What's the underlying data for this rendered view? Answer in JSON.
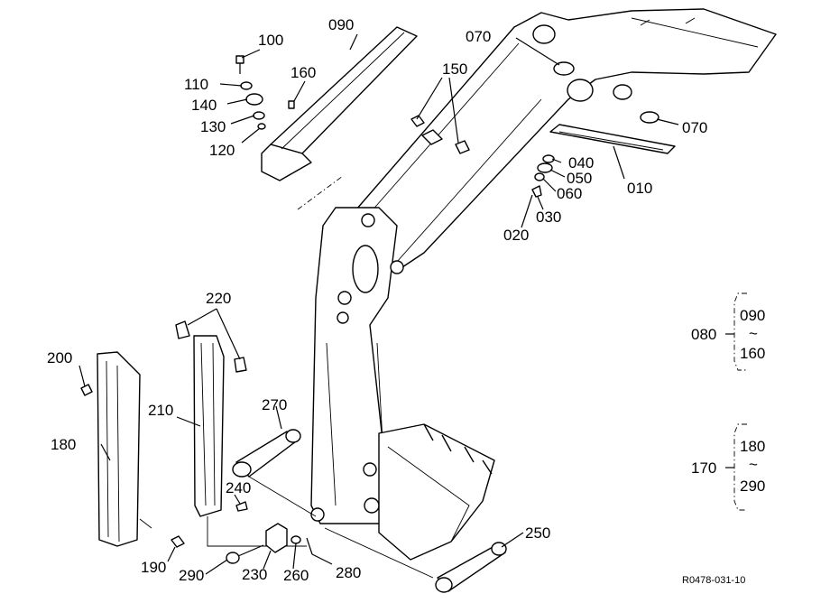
{
  "labels": {
    "p010": "010",
    "p020": "020",
    "p030": "030",
    "p040": "040",
    "p050": "050",
    "p060": "060",
    "p070a": "070",
    "p070b": "070",
    "p080": "080",
    "p090": "090",
    "p100": "100",
    "p110": "110",
    "p120": "120",
    "p130": "130",
    "p140": "140",
    "p150": "150",
    "p160": "160",
    "p170": "170",
    "p180": "180",
    "p190": "190",
    "p200": "200",
    "p210": "210",
    "p220": "220",
    "p230": "230",
    "p240": "240",
    "p250": "250",
    "p260": "260",
    "p270": "270",
    "p280": "280",
    "p290": "290"
  },
  "ranges": {
    "r080": {
      "from": "090",
      "to": "160",
      "tilde": "~"
    },
    "r170": {
      "from": "180",
      "to": "290",
      "tilde": "~"
    }
  },
  "reference": "R0478-031-10"
}
